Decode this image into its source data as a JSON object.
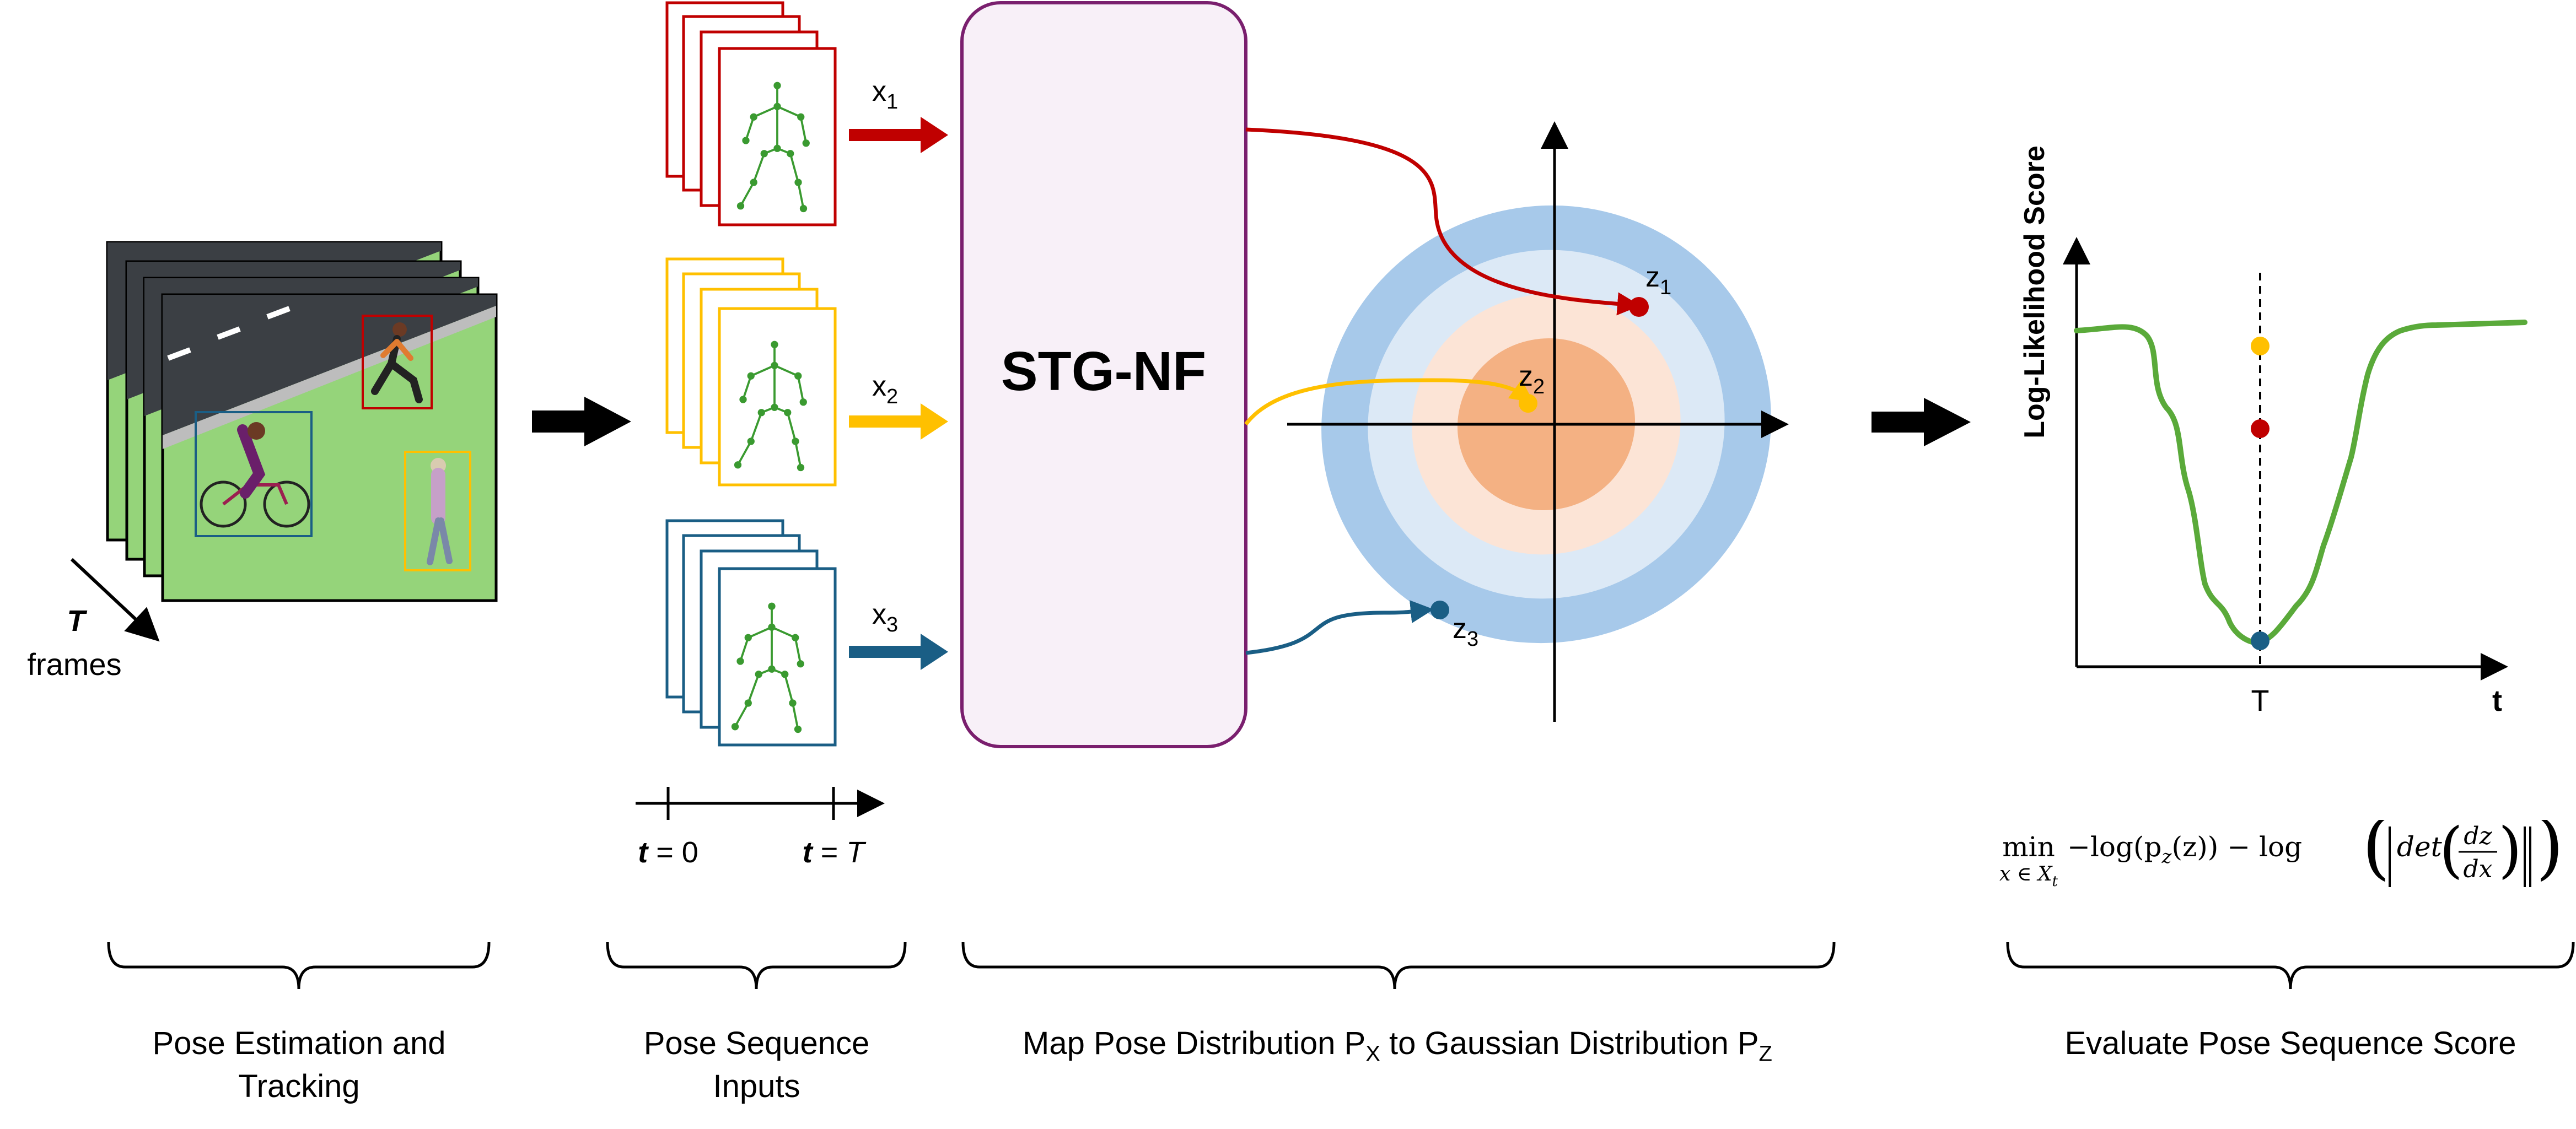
{
  "frames_axis": {
    "symbol": "T",
    "word": "frames"
  },
  "pose_inputs": {
    "labels": [
      {
        "base": "x",
        "sub": "1"
      },
      {
        "base": "x",
        "sub": "2"
      },
      {
        "base": "x",
        "sub": "3"
      }
    ],
    "time_start": {
      "var": "t",
      "rest": " = 0"
    },
    "time_end": {
      "var": "t",
      "rest": " = ",
      "end": "T"
    }
  },
  "model_label": "STG-NF",
  "latent_points": [
    {
      "base": "z",
      "sub": "1",
      "color": "#c00000"
    },
    {
      "base": "z",
      "sub": "2",
      "color": "#ffc000"
    },
    {
      "base": "z",
      "sub": "3",
      "color": "#1a5e85"
    }
  ],
  "score_plot": {
    "ylabel": "Log-Likelihood Score",
    "xlabel": "t",
    "marker_label": "T",
    "curve_color": "#5aaa3a"
  },
  "formula": {
    "op": "min",
    "under": "x ∈ X",
    "under_sub": "t",
    "part1": "−log(p",
    "part1_sub": "z",
    "part2": "(z)) − log",
    "det": "det",
    "num": "dz",
    "den": "dx"
  },
  "stages": [
    {
      "line1": "Pose Estimation and",
      "line2": "Tracking"
    },
    {
      "line1": "Pose Sequence",
      "line2": "Inputs"
    },
    {
      "pre": "Map Pose Distribution P",
      "sub1": "X",
      "mid": " to Gaussian Distribution P",
      "sub2": "Z"
    },
    {
      "line1": "Evaluate Pose Sequence Score"
    }
  ],
  "colors": {
    "red": "#c00000",
    "yellow": "#ffc000",
    "teal": "#1a5e85",
    "purple_border": "#7a1f6e",
    "purple_fill": "#f8f0f8",
    "skeleton_green": "#3a9a30"
  }
}
